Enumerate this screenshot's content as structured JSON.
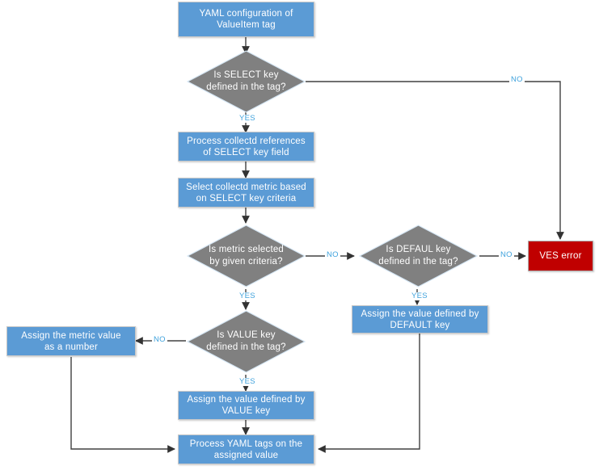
{
  "diagram": {
    "title": "YAML ValueItem tag processing flowchart",
    "colors": {
      "process_fill": "#5B9BD5",
      "decision_fill": "#808080",
      "error_fill": "#C00000",
      "edge_label": "#41A3DD",
      "connector": "#404040",
      "box_text": "#FFFFFF"
    },
    "nodes": {
      "start": {
        "type": "process",
        "line1": "YAML configuration of",
        "line2": "ValueItem tag"
      },
      "select_key_decision": {
        "type": "decision",
        "line1": "Is SELECT key",
        "line2": "defined in the tag?"
      },
      "process_references": {
        "type": "process",
        "line1": "Process collectd references",
        "line2": "of SELECT key field"
      },
      "select_metric": {
        "type": "process",
        "line1": "Select collectd metric based",
        "line2": "on SELECT key criteria"
      },
      "metric_selected_decision": {
        "type": "decision",
        "line1": "Is metric selected",
        "line2": "by given criteria?"
      },
      "default_key_decision": {
        "type": "decision",
        "line1": "Is DEFAUL key",
        "line2": "defined in the tag?"
      },
      "ves_error": {
        "type": "error",
        "line1": "VES error",
        "line2": ""
      },
      "assign_default": {
        "type": "process",
        "line1": "Assign the value defined by",
        "line2": "DEFAULT key"
      },
      "value_key_decision": {
        "type": "decision",
        "line1": "Is VALUE key",
        "line2": "defined in the tag?"
      },
      "assign_metric_number": {
        "type": "process",
        "line1": "Assign the metric value",
        "line2": "as a number"
      },
      "assign_value": {
        "type": "process",
        "line1": "Assign the value defined by",
        "line2": "VALUE key"
      },
      "process_yaml_tags": {
        "type": "process",
        "line1": "Process YAML tags on the",
        "line2": "assigned value"
      }
    },
    "edge_labels": {
      "select_no": "NO",
      "select_yes": "YES",
      "metric_no": "NO",
      "metric_yes": "YES",
      "default_no": "NO",
      "default_yes": "YES",
      "value_no": "NO",
      "value_yes": "YES"
    }
  }
}
